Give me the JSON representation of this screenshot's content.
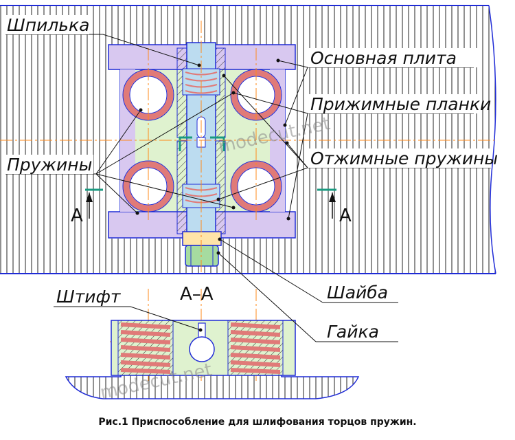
{
  "labels": {
    "stud": "Шпилька",
    "base_plate": "Основная плита",
    "clamp_plates": "Прижимные планки",
    "springs": "Пружины",
    "release_springs": "Отжимные пружины",
    "washer": "Шайба",
    "nut": "Гайка",
    "pin": "Штифт"
  },
  "section": {
    "title": "А–А",
    "left_mark": "А",
    "right_mark": "А"
  },
  "watermark": "modecut.net",
  "caption": "Рис.1 Приспособление для шлифования торцов пружин.",
  "colors": {
    "hatch": "#1c1c1c",
    "outline": "#1f2bd6",
    "plate": "#d8c8f0",
    "green_body": "#dff2cf",
    "spring_ring": "#e07a78",
    "stud": "#bcdcf0",
    "washer": "#ffe4a8",
    "nut": "#a6dca0",
    "center_line": "#ff8a1a",
    "section_mark": "#1a9a80"
  }
}
